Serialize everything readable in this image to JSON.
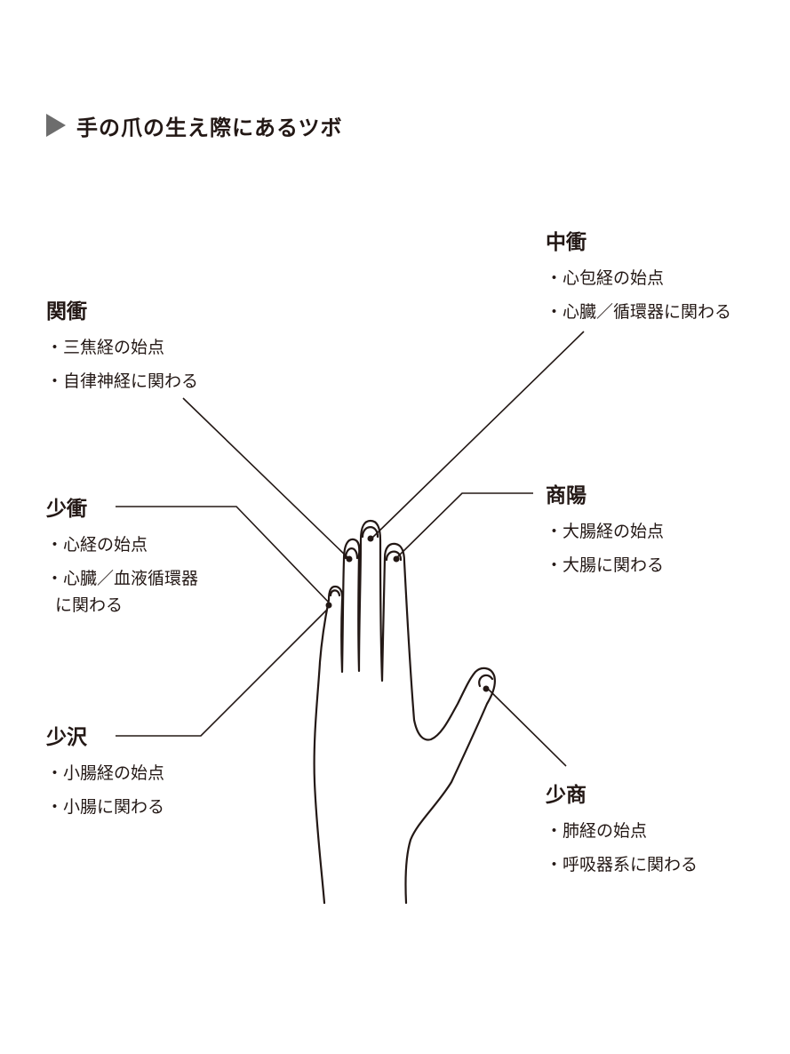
{
  "heading": {
    "title": "手の爪の生え際にあるツボ",
    "icon": "triangle-arrow-icon",
    "icon_color": "#6d6d6d"
  },
  "points": {
    "kanshou": {
      "name": "関衝",
      "items": [
        "・三焦経の始点",
        "・自律神経に関わる"
      ]
    },
    "chuushou": {
      "name": "中衝",
      "items": [
        "・心包経の始点",
        "・心臓／循環器に関わる"
      ]
    },
    "shoushou": {
      "name": "少衝",
      "items": [
        "・心経の始点",
        "・心臓／血液循環器",
        "に関わる"
      ]
    },
    "shouyou": {
      "name": "商陽",
      "items": [
        "・大腸経の始点",
        "・大腸に関わる"
      ]
    },
    "shoutaku": {
      "name": "少沢",
      "items": [
        "・小腸経の始点",
        "・小腸に関わる"
      ]
    },
    "shoushou2": {
      "name": "少商",
      "items": [
        "・肺経の始点",
        "・呼吸器系に関わる"
      ]
    }
  }
}
